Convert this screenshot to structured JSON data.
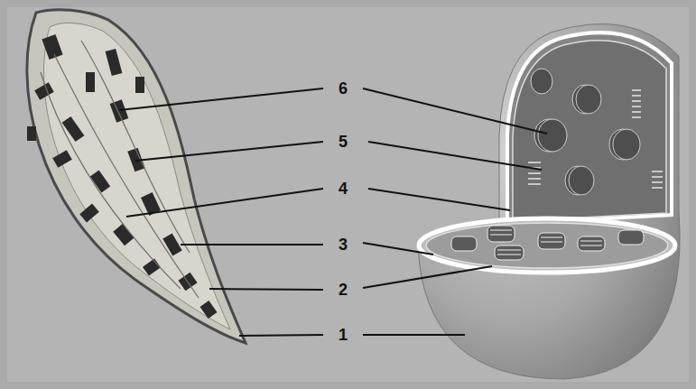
{
  "diagram": {
    "labels": [
      "6",
      "5",
      "4",
      "3",
      "2",
      "1"
    ]
  }
}
